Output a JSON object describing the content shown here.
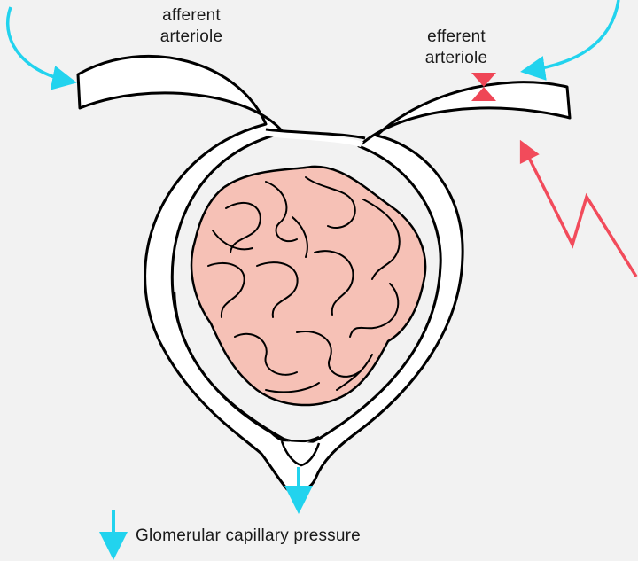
{
  "labels": {
    "afferent_line1": "afferent",
    "afferent_line2": "arteriole",
    "efferent_line1": "efferent",
    "efferent_line2": "arteriole",
    "caption": "Glomerular capillary pressure"
  },
  "colors": {
    "background": "#f2f2f2",
    "vessel_fill": "#ffffff",
    "outline": "#000000",
    "glomerulus": "#f6c1b6",
    "cyan_arrow": "#22d3ee",
    "red_arrow": "#f24b5b",
    "constriction": "#ef4656"
  },
  "icons": {
    "constriction_marker": "bowtie-constriction-icon",
    "pressure_arrow": "down-arrow-icon",
    "sympathetic_signal": "lightning-arrow-icon"
  }
}
